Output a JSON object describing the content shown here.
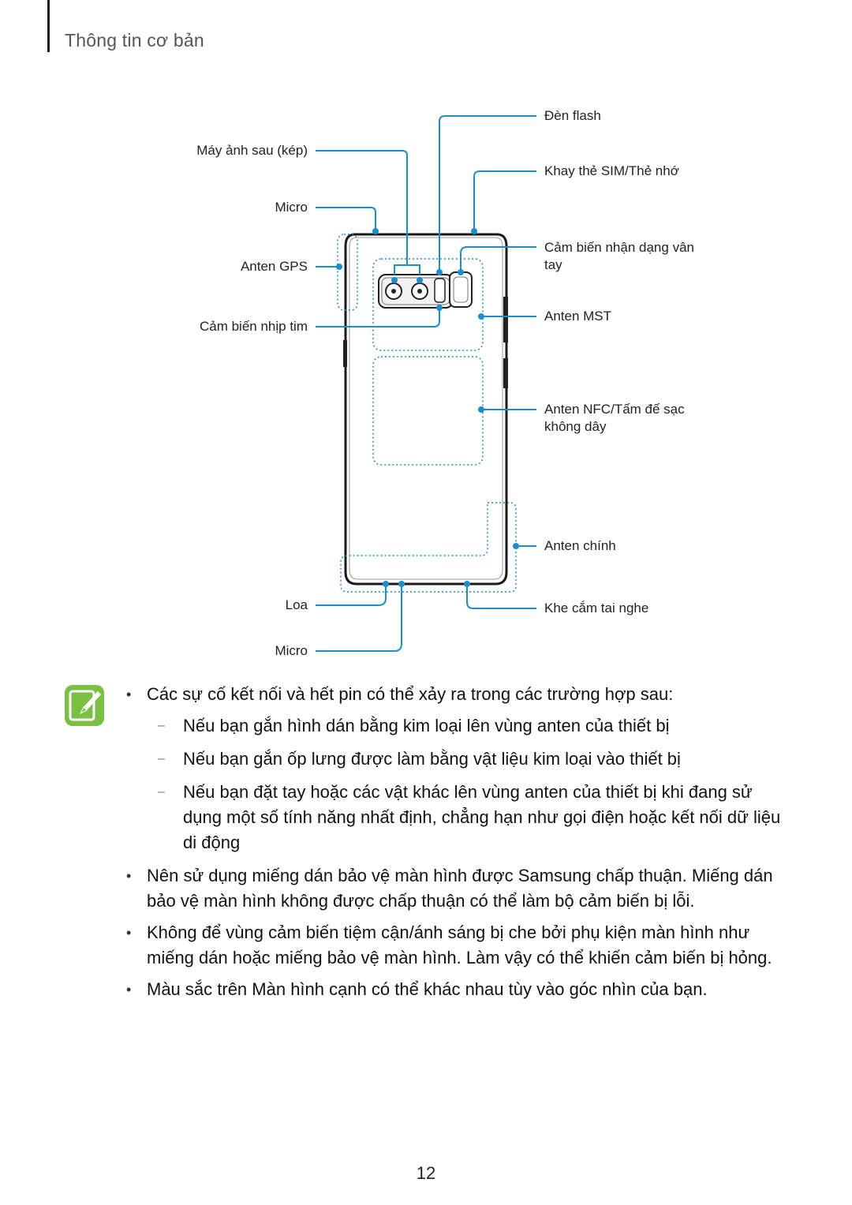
{
  "header": {
    "section_title": "Thông tin cơ bản"
  },
  "diagram": {
    "left_labels": {
      "rear_camera": "Máy ảnh sau (kép)",
      "mic_top": "Micro",
      "gps_antenna": "Anten GPS",
      "heart_rate_sensor": "Cảm biến nhịp tim",
      "speaker": "Loa",
      "mic_bottom": "Micro"
    },
    "right_labels": {
      "flash": "Đèn flash",
      "sim_tray": "Khay thẻ SIM/Thẻ nhớ",
      "fingerprint_line1": "Cảm biến nhận dạng vân",
      "fingerprint_line2": "tay",
      "mst_antenna": "Anten MST",
      "nfc_line1": "Anten NFC/Tấm đế sạc",
      "nfc_line2": "không dây",
      "main_antenna": "Anten chính",
      "earphone_jack": "Khe cắm tai nghe"
    },
    "accent_color": "#1a8fd0"
  },
  "notes": {
    "icon": "note-pencil-icon",
    "icon_color": "#7ac143",
    "bullet1": "Các sự cố kết nối và hết pin có thể xảy ra trong các trường hợp sau:",
    "sub1": "Nếu bạn gắn hình dán bằng kim loại lên vùng anten của thiết bị",
    "sub2": "Nếu bạn gắn ốp lưng được làm bằng vật liệu kim loại vào thiết bị",
    "sub3": "Nếu bạn đặt tay hoặc các vật khác lên vùng anten của thiết bị khi đang sử dụng một số tính năng nhất định, chẳng hạn như gọi điện hoặc kết nối dữ liệu di động",
    "bullet2": "Nên sử dụng miếng dán bảo vệ màn hình được Samsung chấp thuận. Miếng dán bảo vệ màn hình không được chấp thuận có thể làm bộ cảm biến bị lỗi.",
    "bullet3": "Không để vùng cảm biến tiệm cận/ánh sáng bị che bởi phụ kiện màn hình như miếng dán hoặc miếng bảo vệ màn hình. Làm vậy có thể khiến cảm biến bị hỏng.",
    "bullet4": "Màu sắc trên Màn hình cạnh có thể khác nhau tùy vào góc nhìn của bạn."
  },
  "footer": {
    "page_number": "12"
  }
}
